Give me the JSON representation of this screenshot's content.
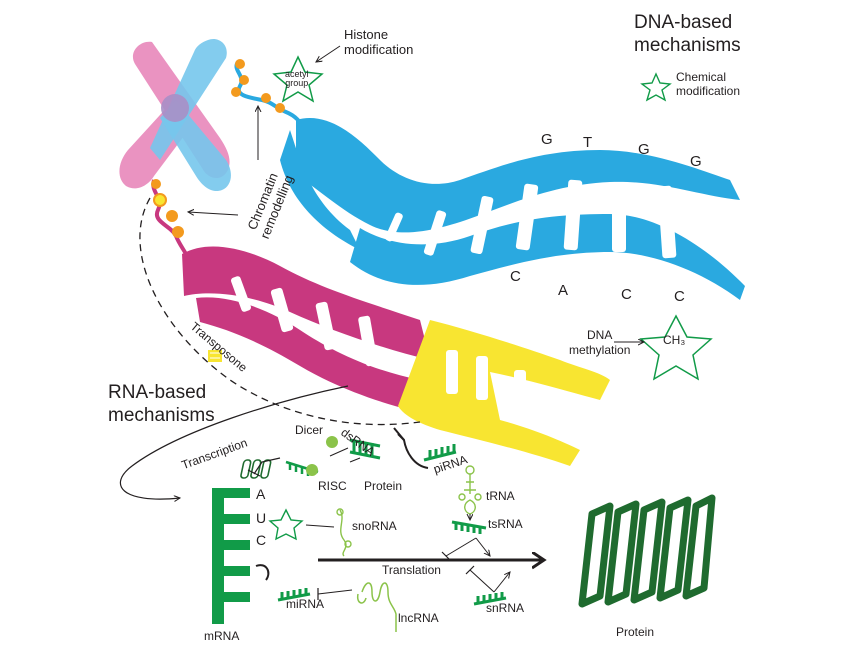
{
  "sections": {
    "dna_based": "DNA-based\nmechanisms",
    "rna_based": "RNA-based\nmechanisms"
  },
  "labels": {
    "histone_modification": "Histone\nmodification",
    "acetyl_group": "acetyl\ngroup",
    "chemical_modification": "Chemical\nmodification",
    "chromatin_remodelling": "Chromatin\nremodelling",
    "dna_methylation": "DNA\nmethylation",
    "methyl": "CH₃",
    "transposone": "Transposone",
    "transcription": "Transcription",
    "dicer": "Dicer",
    "dsrna": "dsRNA",
    "pirna": "piRNA",
    "risc": "RISC",
    "protein_small": "Protein",
    "trna": "tRNA",
    "tsrna": "tsRNA",
    "snorna": "snoRNA",
    "translation": "Translation",
    "mirna": "miRNA",
    "lncrna": "lncRNA",
    "snrna": "snRNA",
    "mrna": "mRNA",
    "protein": "Protein"
  },
  "bases_top": [
    "G",
    "T",
    "G",
    "G"
  ],
  "bases_bottom": [
    "C",
    "A",
    "C",
    "C"
  ],
  "mrna_bases": [
    "A",
    "U",
    "C"
  ],
  "colors": {
    "dna_blue": "#2aa9e0",
    "dna_magenta": "#c8387f",
    "dna_yellow": "#f8e531",
    "rna_green": "#119b48",
    "protein_green": "#1f6b2f",
    "chromosome_pink": "#e98dbe",
    "chromosome_blue": "#76c6ec",
    "histone_orange": "#f39a1e",
    "text": "#231f20"
  }
}
